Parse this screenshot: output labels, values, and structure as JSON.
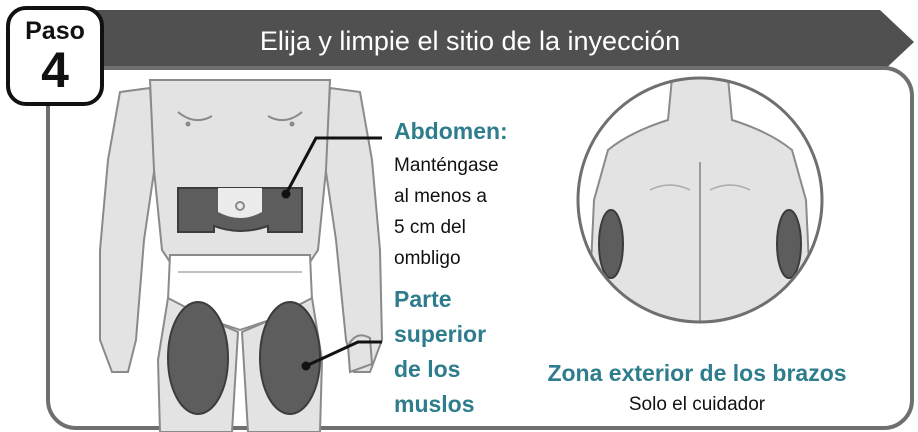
{
  "step": {
    "word": "Paso",
    "number": "4"
  },
  "title": "Elija y limpie el sitio de la inyección",
  "abdomen": {
    "heading": "Abdomen:",
    "lines": [
      "Manténgase",
      "al menos a",
      "5 cm del",
      "ombligo"
    ]
  },
  "thighs": {
    "lines": [
      "Parte",
      "superior",
      "de los",
      "muslos"
    ]
  },
  "arms": {
    "heading": "Zona exterior de los brazos",
    "note": "Solo el cuidador"
  },
  "colors": {
    "banner": "#505050",
    "panel_border": "#6f6f6f",
    "accent_teal": "#2e7c8c",
    "site_fill": "#5d5d5d",
    "body_fill": "#e3e3e3",
    "body_stroke": "#8a8a8a"
  }
}
